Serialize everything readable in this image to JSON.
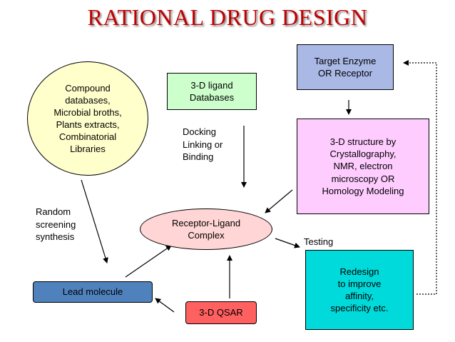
{
  "title": "RATIONAL DRUG DESIGN",
  "nodes": {
    "compound_db": "Compound\ndatabases,\nMicrobial broths,\nPlants extracts,\nCombinatorial\nLibraries",
    "ligand_db": "3-D ligand\nDatabases",
    "target": "Target Enzyme\nOR Receptor",
    "structure": "3-D structure by\nCrystallography,\nNMR, electron\nmicroscopy OR\nHomology Modeling",
    "complex": "Receptor-Ligand\nComplex",
    "redesign": "Redesign\nto improve\naffinity,\nspecificity etc.",
    "lead": "Lead molecule",
    "qsar": "3-D QSAR"
  },
  "labels": {
    "docking": "Docking\nLinking or\nBinding",
    "random": "Random\nscreening\nsynthesis",
    "testing": "Testing"
  },
  "colors": {
    "title": "#c00000",
    "compound_fill": "#ffffcc",
    "ligand_fill": "#ccffcc",
    "target_fill": "#aab8e6",
    "structure_fill": "#ffccff",
    "complex_fill": "#ffd5d5",
    "redesign_fill": "#00dada",
    "lead_fill": "#4f81bd",
    "qsar_fill": "#ff6060"
  }
}
